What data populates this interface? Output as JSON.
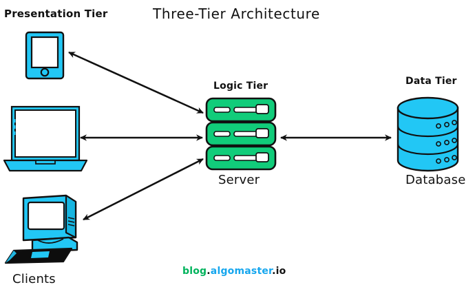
{
  "diagram": {
    "title": "Three-Tier Architecture",
    "background_color": "#ffffff",
    "stroke_color": "#111111",
    "tiers": [
      {
        "id": "presentation",
        "heading": "Presentation Tier",
        "group_label": "Clients",
        "color": "#22c7f5",
        "nodes": [
          {
            "name": "smartphone",
            "icon": "smartphone-icon"
          },
          {
            "name": "laptop",
            "icon": "laptop-icon"
          },
          {
            "name": "desktop-computer",
            "icon": "desktop-computer-icon"
          }
        ]
      },
      {
        "id": "logic",
        "heading": "Logic Tier",
        "group_label": "Server",
        "color": "#11cc7a",
        "nodes": [
          {
            "name": "server-stack",
            "icon": "server-icon",
            "units": 3
          }
        ]
      },
      {
        "id": "data",
        "heading": "Data Tier",
        "group_label": "Database",
        "color": "#22c7f5",
        "nodes": [
          {
            "name": "database-cylinder",
            "icon": "database-icon",
            "discs": 3
          }
        ]
      }
    ],
    "connections": [
      {
        "from": "smartphone",
        "to": "server-stack",
        "style": "double-arrow"
      },
      {
        "from": "laptop",
        "to": "server-stack",
        "style": "double-arrow"
      },
      {
        "from": "desktop-computer",
        "to": "server-stack",
        "style": "double-arrow"
      },
      {
        "from": "server-stack",
        "to": "database-cylinder",
        "style": "double-arrow"
      }
    ]
  },
  "watermark": {
    "part1": "blog",
    "dot1": ".",
    "part2": "algomaster",
    "part3": ".io",
    "colors": {
      "blog": "#00b35c",
      "algomaster": "#15a6ee",
      "io": "#111111"
    }
  }
}
